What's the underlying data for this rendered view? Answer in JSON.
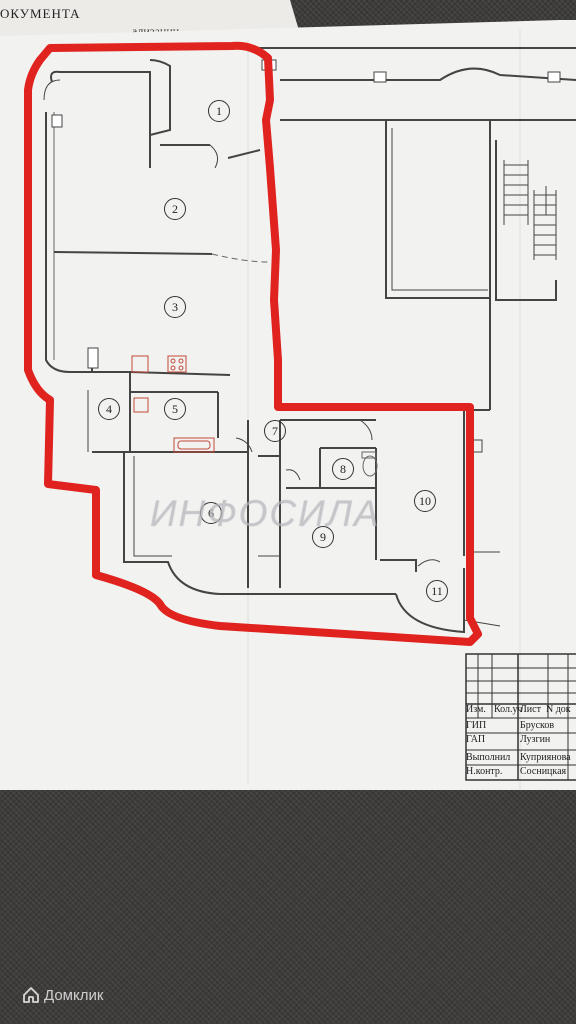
{
  "background": {
    "color": "#3d3b3a"
  },
  "top_document": {
    "line1": "ОКУМЕНТА",
    "line2": "ализации"
  },
  "plan": {
    "outline_color": "#e0231f",
    "rooms": [
      "1",
      "2",
      "3",
      "4",
      "5",
      "6",
      "7",
      "8",
      "9",
      "10",
      "11"
    ]
  },
  "stamp": {
    "header": {
      "izm": "Изм.",
      "kol": "Кол.уч",
      "list": "Лист",
      "ndok": "N док"
    },
    "rows": [
      {
        "role": "ГИП",
        "name": "Брусков"
      },
      {
        "role": "ГАП",
        "name": "Лузгин"
      },
      {
        "role": "Выполнил",
        "name": "Куприянова"
      },
      {
        "role": "Н.контр.",
        "name": "Сосницкая"
      }
    ]
  },
  "watermark": "ИНФОСИЛА",
  "logo": {
    "text": "Домклик",
    "icon": "house-icon"
  }
}
